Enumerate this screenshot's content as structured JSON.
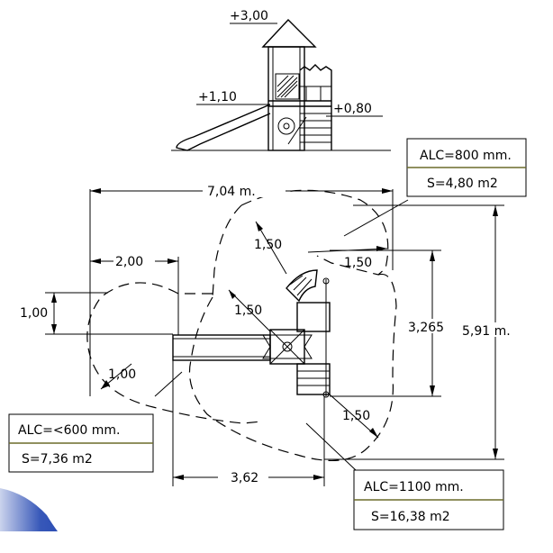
{
  "elevation": {
    "top_height": "+3,00",
    "slide_height": "+1,10",
    "step_height": "+0,80"
  },
  "plan": {
    "total_width": "7,04 m.",
    "total_depth": "5,91 m.",
    "left_offset": "2,00",
    "left_depth": "1,00",
    "slide_zone_corner": "1,00",
    "bottom_width": "3,62",
    "inner_depth": "3,265",
    "radius_top": "1,50",
    "radius_top_right": "1,50",
    "radius_center": "1,50",
    "radius_bottom_right": "1,50"
  },
  "zones": {
    "upper": {
      "alc": "ALC=800  mm.",
      "area": "S=4,80  m2"
    },
    "left": {
      "alc": "ALC=<600  mm.",
      "area": "S=7,36  m2"
    },
    "lower": {
      "alc": "ALC=1100  mm.",
      "area": "S=16,38  m2"
    }
  },
  "colors": {
    "line": "#000000",
    "box_divider": "#6b6b2a",
    "logo": "#2d4fb5"
  }
}
